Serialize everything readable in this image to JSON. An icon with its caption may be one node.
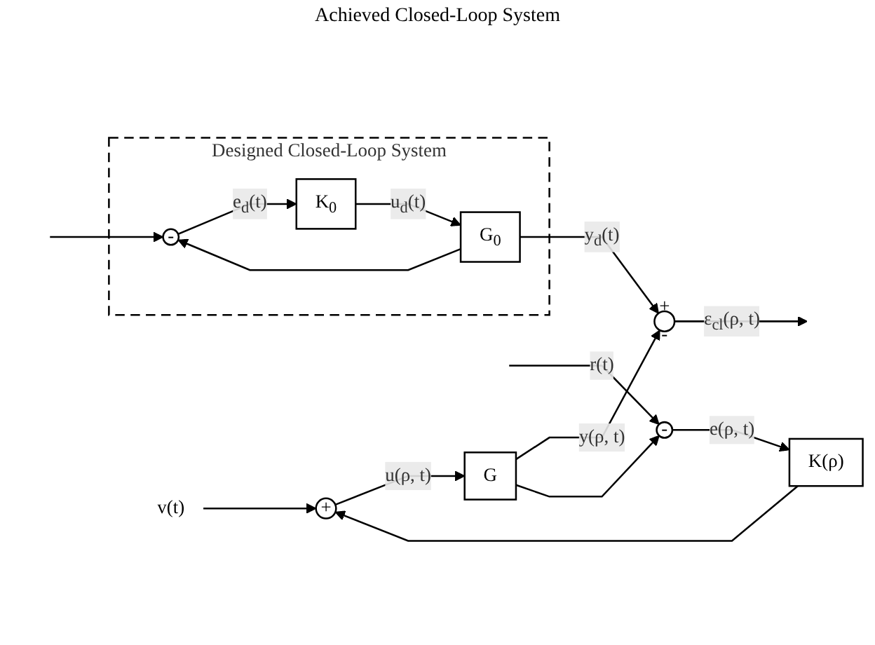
{
  "diagram": {
    "nodes": [
      {
        "text": [
          "v(t)"
        ]
      },
      {
        "text": [
          "-"
        ]
      },
      {
        "text": [
          "K(ρ)"
        ]
      },
      {
        "text": [
          "+"
        ]
      },
      {
        "text": [
          "G"
        ]
      },
      {
        "text": [
          "+",
          "-"
        ]
      },
      {
        "text": [
          "Designed Closed-Loop System"
        ]
      },
      {
        "text": [
          "-"
        ],
        "in": 6
      },
      {
        "text": [
          "K$_{0}$"
        ],
        "in": 6
      },
      {
        "text": [
          "G$_{0}$"
        ],
        "in": 6
      }
    ],
    "edges": [
      {
        "from": null,
        "to": 1,
        "arrow": "to",
        "label": "r(t)"
      },
      {
        "from": null,
        "to": 7,
        "arrow": "to"
      },
      {
        "from": 1,
        "to": 2,
        "arrow": "to",
        "label": "e(ρ, t)"
      },
      {
        "from": 2,
        "to": 3,
        "arrow": "to"
      },
      {
        "from": 0,
        "to": 3,
        "arrow": "to"
      },
      {
        "from": 3,
        "to": 4,
        "arrow": "to",
        "label": "u(ρ, t)"
      },
      {
        "from": 4,
        "to": 5,
        "arrow": "to",
        "label": "y(ρ, t)"
      },
      {
        "from": 4,
        "to": 1,
        "arrow": "to"
      },
      {
        "from": 5,
        "to": null,
        "arrow": "to",
        "label": "ε$_{cl}$(ρ, t)"
      },
      {
        "from": 7,
        "to": 8,
        "arrow": "to",
        "label": "e$_{d}$(t)"
      },
      {
        "from": 8,
        "to": 9,
        "arrow": "to",
        "label": "u$_{d}$(t)"
      },
      {
        "from": 9,
        "to": 5,
        "arrow": "to",
        "label": "y$_{d}$(t)"
      },
      {
        "from": 9,
        "to": 7,
        "arrow": "to"
      }
    ],
    "labels": [
      "Achieved Closed-Loop System"
    ]
  }
}
